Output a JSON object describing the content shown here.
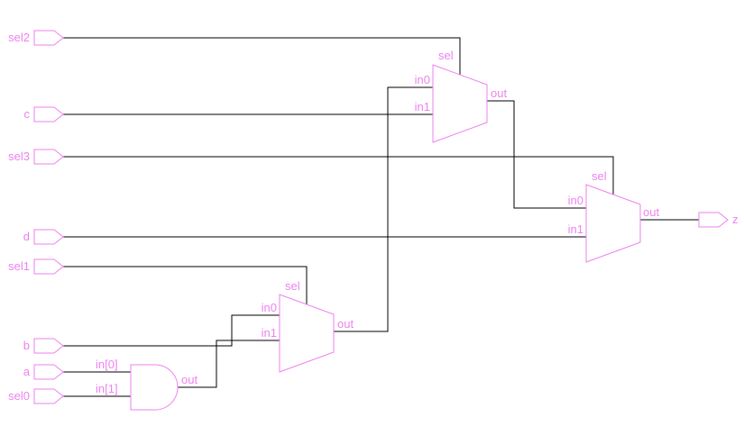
{
  "schematic": {
    "ports": {
      "sel2": "sel2",
      "c": "c",
      "sel3": "sel3",
      "d": "d",
      "sel1": "sel1",
      "b": "b",
      "a": "a",
      "sel0": "sel0",
      "z": "z"
    },
    "mux_top": {
      "sel": "sel",
      "in0": "in0",
      "in1": "in1",
      "out": "out"
    },
    "mux_right": {
      "sel": "sel",
      "in0": "in0",
      "in1": "in1",
      "out": "out"
    },
    "mux_bottom": {
      "sel": "sel",
      "in0": "in0",
      "in1": "in1",
      "out": "out"
    },
    "and_gate": {
      "in0": "in[0]",
      "in1": "in[1]",
      "out": "out"
    },
    "colors": {
      "symbol": "#EE82EE",
      "wire": "#000000",
      "background": "#FFFFFF"
    }
  }
}
